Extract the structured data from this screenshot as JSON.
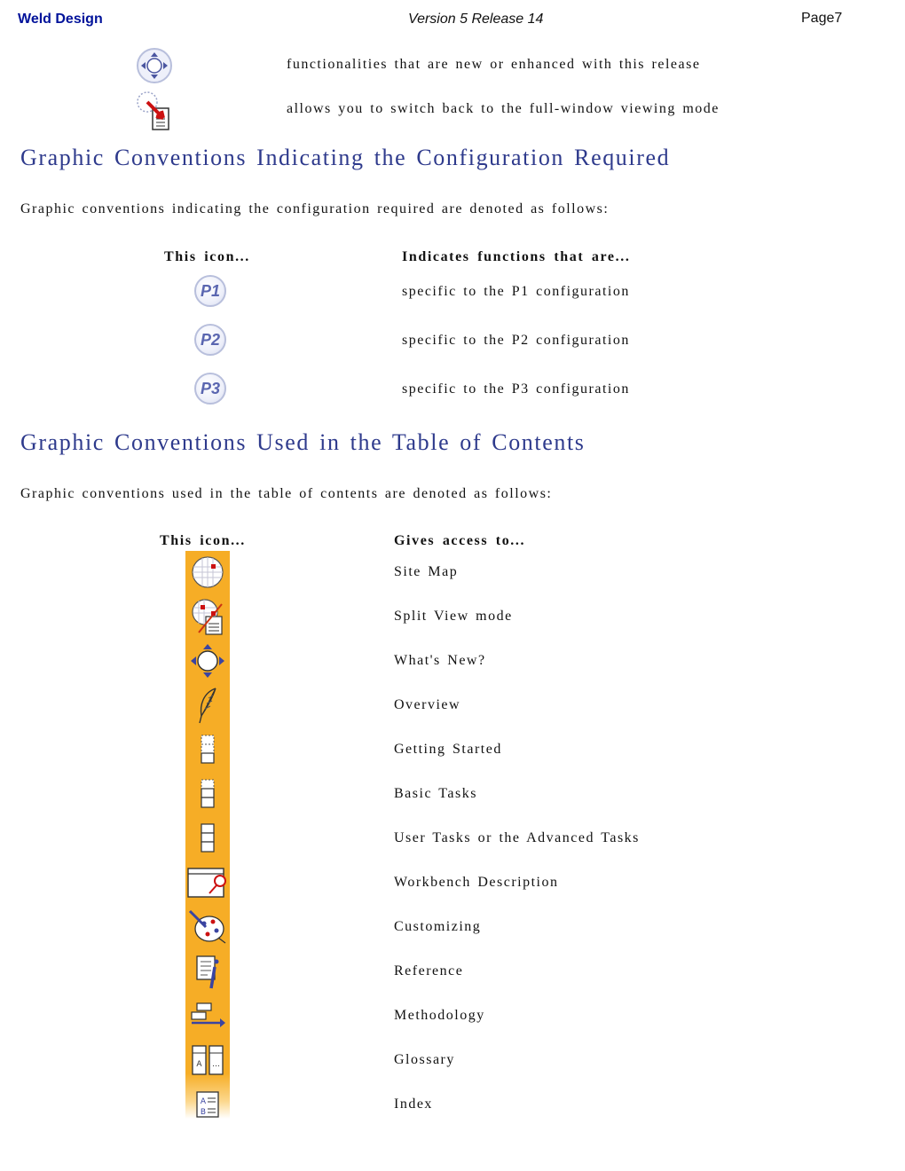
{
  "header": {
    "title": "Weld Design",
    "version": "Version 5 Release 14",
    "page_label": "Page",
    "page_number": "7"
  },
  "intro_icons": [
    {
      "icon": "whats-new-icon",
      "text": "functionalities that are new or enhanced with this release"
    },
    {
      "icon": "full-window-icon",
      "text": "allows you to switch back to the full-window viewing mode"
    }
  ],
  "section_config": {
    "title": "Graphic Conventions Indicating the Configuration Required",
    "intro": "Graphic conventions indicating the configuration required are denoted as follows:",
    "col1_header": "This icon...",
    "col2_header": "Indicates functions that are...",
    "rows": [
      {
        "badge": "P1",
        "text": "specific to the P1 configuration"
      },
      {
        "badge": "P2",
        "text": "specific to the P2 configuration"
      },
      {
        "badge": "P3",
        "text": "specific to the P3 configuration"
      }
    ]
  },
  "section_toc": {
    "title": "Graphic Conventions Used in the Table of Contents",
    "intro": "Graphic conventions used in the table of contents are denoted as follows:",
    "col1_header": "This icon...",
    "col2_header": "Gives access to...",
    "rows": [
      {
        "icon": "site-map-icon",
        "text": "Site Map"
      },
      {
        "icon": "split-view-icon",
        "text": "Split View mode"
      },
      {
        "icon": "whats-new-icon",
        "text": "What's New?"
      },
      {
        "icon": "overview-quill-icon",
        "text": "Overview"
      },
      {
        "icon": "getting-started-icon",
        "text": "Getting Started"
      },
      {
        "icon": "basic-tasks-icon",
        "text": "Basic Tasks"
      },
      {
        "icon": "advanced-tasks-icon",
        "text": "User Tasks or the Advanced Tasks"
      },
      {
        "icon": "workbench-description-icon",
        "text": "Workbench Description"
      },
      {
        "icon": "customizing-palette-icon",
        "text": "Customizing"
      },
      {
        "icon": "reference-icon",
        "text": "Reference"
      },
      {
        "icon": "methodology-icon",
        "text": "Methodology"
      },
      {
        "icon": "glossary-icon",
        "text": "Glossary"
      },
      {
        "icon": "index-icon",
        "text": "Index"
      }
    ]
  },
  "colors": {
    "header_title": "#00129a",
    "heading": "#2e3a8c",
    "toc_bar": "#f6ad26"
  }
}
